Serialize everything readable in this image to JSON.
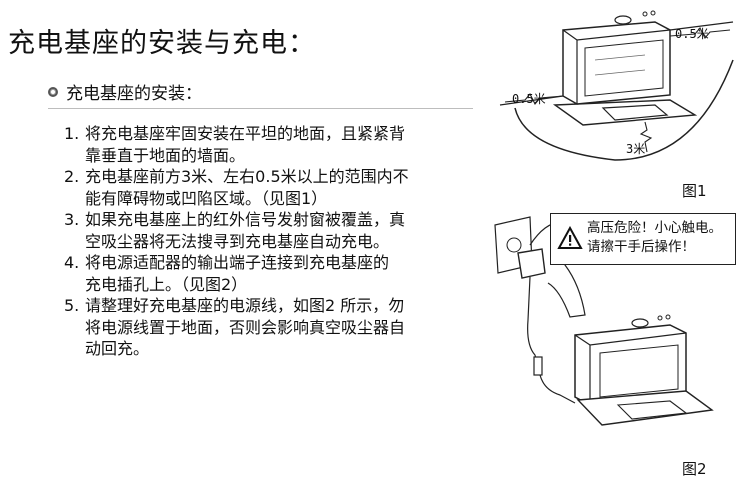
{
  "title": "充电基座的安装与充电：",
  "section": {
    "heading": "充电基座的安装："
  },
  "steps": [
    {
      "num": "1.",
      "lines": [
        "将充电基座牢固安装在平坦的地面，且紧紧背",
        "靠垂直于地面的墙面。"
      ]
    },
    {
      "num": "2.",
      "lines": [
        "充电基座前方3米、左右0.5米以上的范围内不",
        "能有障碍物或凹陷区域。（见图1）"
      ]
    },
    {
      "num": "3.",
      "lines": [
        "如果充电基座上的红外信号发射窗被覆盖，真",
        "空吸尘器将无法搜寻到充电基座自动充电。"
      ]
    },
    {
      "num": "4.",
      "lines": [
        "将电源适配器的输出端子连接到充电基座的",
        "充电插孔上。（见图2）"
      ]
    },
    {
      "num": "5.",
      "lines": [
        "请整理好充电基座的电源线，如图2 所示，勿",
        "将电源线置于地面，否则会影响真空吸尘器自",
        "动回充。"
      ]
    }
  ],
  "figure1": {
    "label": "图1",
    "dim_right": "0.5米",
    "dim_left": "0.5米",
    "dim_front": "3米"
  },
  "figure2": {
    "label": "图2",
    "warning": {
      "icon": "warning-triangle-icon",
      "line1": "高压危险！小心触电。",
      "line2": "请擦干手后操作！"
    }
  }
}
